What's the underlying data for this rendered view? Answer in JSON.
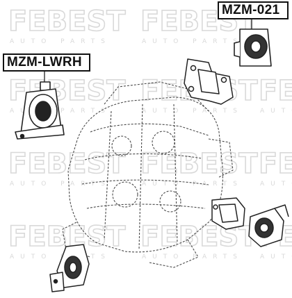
{
  "labels": {
    "left_part_number": "MZM-LWRH",
    "right_part_number": "MZM-021"
  },
  "watermark": {
    "brand": "FEBEST",
    "tagline": "AUTO PARTS",
    "color": "#d9d9d9"
  },
  "colors": {
    "line": "#222222",
    "engine_line": "#4a4a4a",
    "label_border": "#111111"
  }
}
